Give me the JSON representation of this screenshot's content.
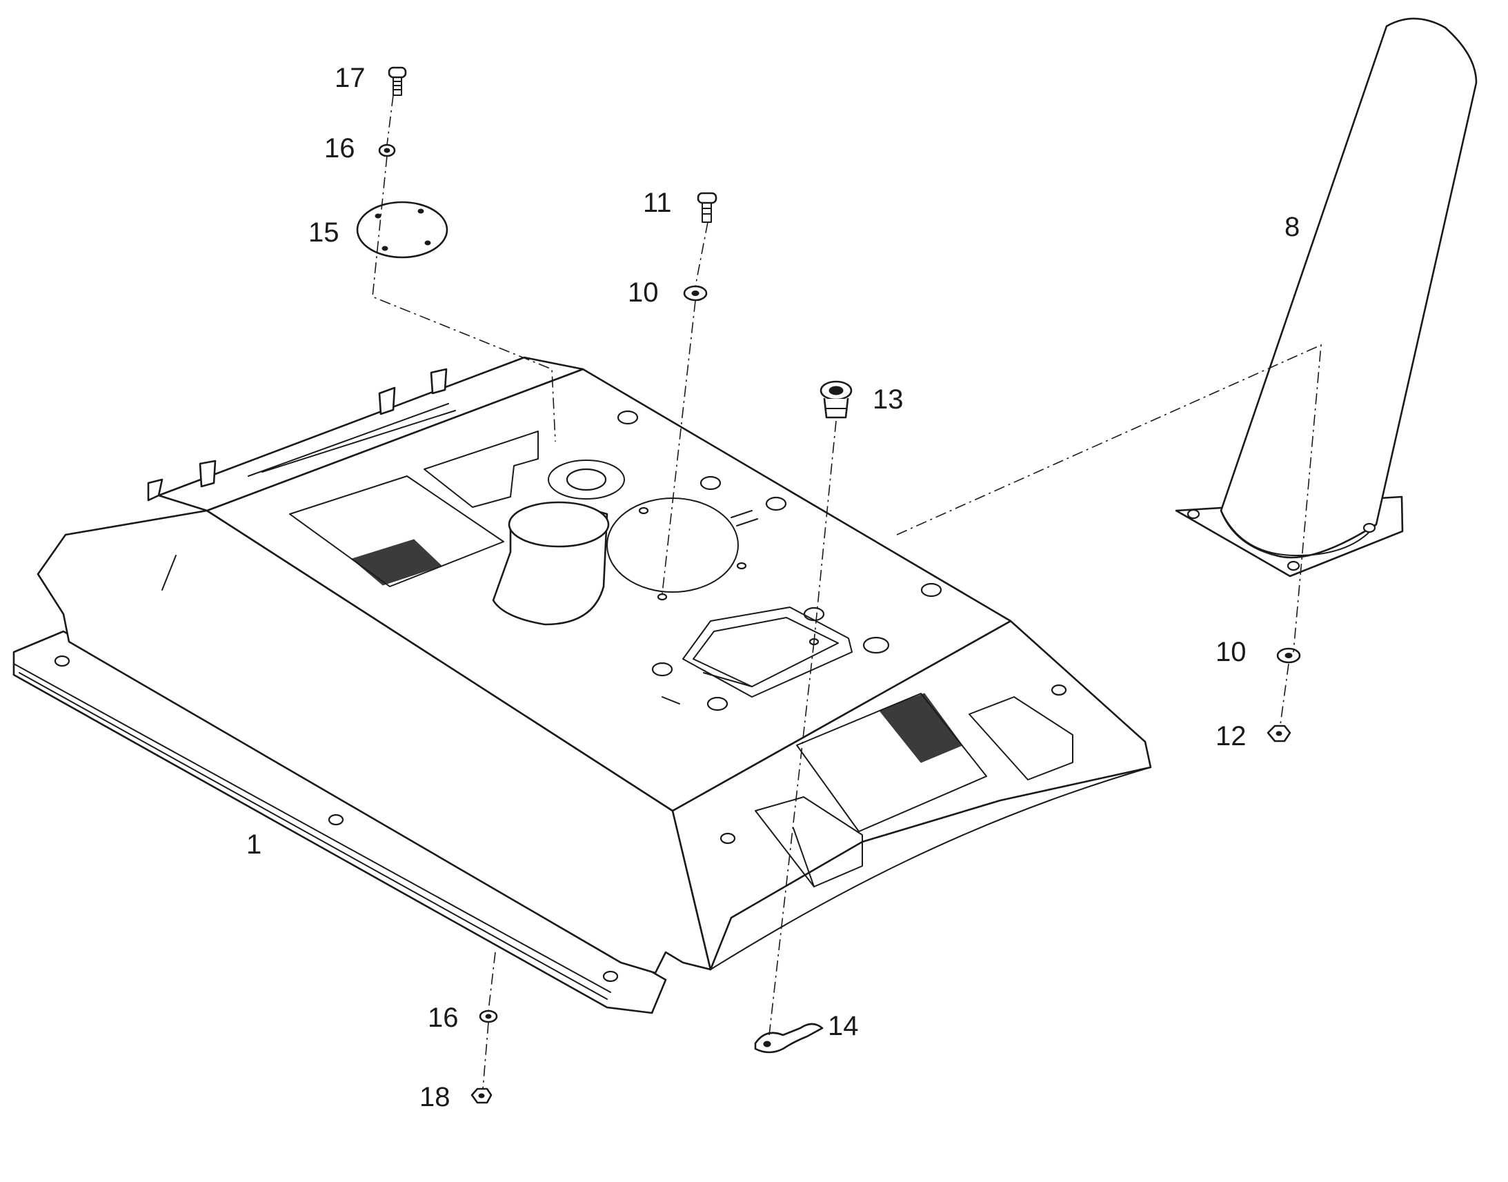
{
  "callouts": {
    "c1": "1",
    "c8": "8",
    "c10a": "10",
    "c10b": "10",
    "c11": "11",
    "c12": "12",
    "c13": "13",
    "c14": "14",
    "c15": "15",
    "c16a": "16",
    "c16b": "16",
    "c17": "17",
    "c18": "18"
  }
}
